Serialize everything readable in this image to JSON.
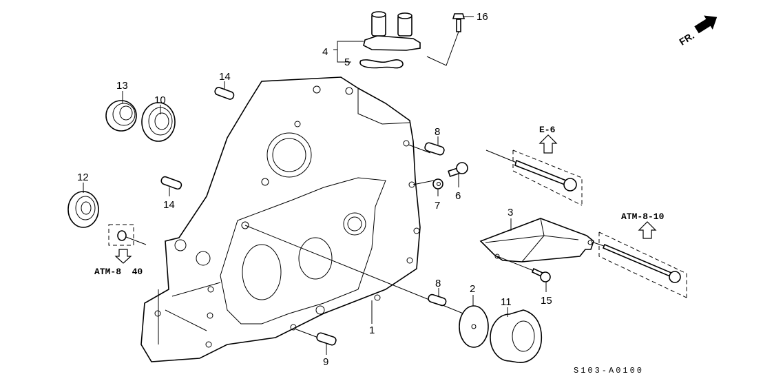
{
  "diagram": {
    "title": "Transmission housing exploded parts diagram",
    "diagram_code": "S103-A0100",
    "direction_indicator": {
      "label": "FR.",
      "icon": "front-arrow-icon"
    },
    "callouts": [
      {
        "number": "1",
        "part": "transmission-housing"
      },
      {
        "number": "2",
        "part": "oil-guide-plate"
      },
      {
        "number": "3",
        "part": "housing-bracket"
      },
      {
        "number": "4",
        "part": "solenoid-assembly"
      },
      {
        "number": "5",
        "part": "solenoid-gasket"
      },
      {
        "number": "6",
        "part": "sealing-bolt"
      },
      {
        "number": "7",
        "part": "sealing-washer"
      },
      {
        "number": "8",
        "part": "dowel-pin"
      },
      {
        "number": "8",
        "part": "dowel-pin-lower"
      },
      {
        "number": "9",
        "part": "dowel-pin-small"
      },
      {
        "number": "10",
        "part": "ball-bearing"
      },
      {
        "number": "11",
        "part": "roller-bearing"
      },
      {
        "number": "12",
        "part": "ball-bearing-small"
      },
      {
        "number": "13",
        "part": "oil-seal"
      },
      {
        "number": "14",
        "part": "dowel-pin-upper"
      },
      {
        "number": "14",
        "part": "dowel-pin-left"
      },
      {
        "number": "15",
        "part": "flange-bolt"
      },
      {
        "number": "16",
        "part": "solenoid-bolt"
      }
    ],
    "references": [
      {
        "label": "E-6",
        "arrow": "up"
      },
      {
        "label": "ATM-8-10",
        "arrow": "up"
      },
      {
        "label": "ATM-8  40",
        "arrow": "down"
      }
    ]
  }
}
